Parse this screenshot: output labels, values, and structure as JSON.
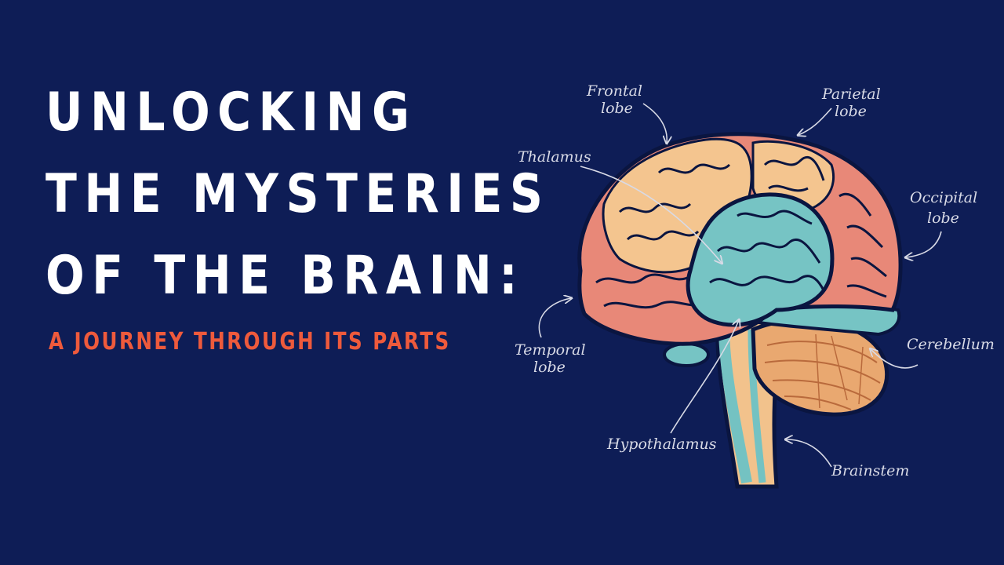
{
  "title": {
    "lines": [
      "UNLOCKING",
      "THE MYSTERIES",
      "OF THE BRAIN:"
    ]
  },
  "subtitle": "A JOURNEY THROUGH ITS PARTS",
  "diagram": {
    "labels": {
      "frontal_lobe": [
        "Frontal",
        "lobe"
      ],
      "parietal_lobe": [
        "Parietal",
        "lobe"
      ],
      "thalamus": "Thalamus",
      "occipital_lobe": [
        "Occipital",
        "lobe"
      ],
      "temporal_lobe": [
        "Temporal",
        "lobe"
      ],
      "cerebellum": "Cerebellum",
      "hypothalamus": "Hypothalamus",
      "brainstem": "Brainstem"
    }
  },
  "colors": {
    "background": "#0e1d56",
    "title": "#ffffff",
    "subtitle": "#ee5a3c",
    "frontal": "#f4c58f",
    "cortex": "#e88878",
    "limbic": "#76c4c4",
    "cerebellum": "#e9a870",
    "label": "#d8dae6"
  }
}
